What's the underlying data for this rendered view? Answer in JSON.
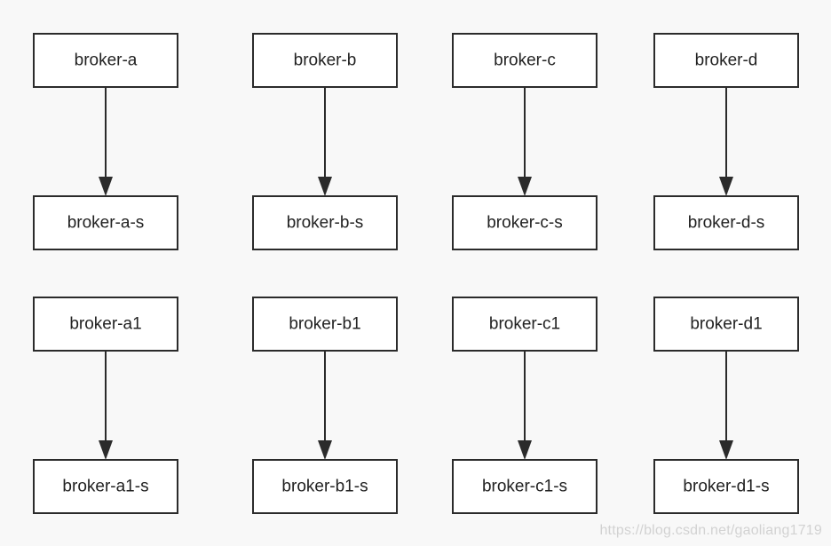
{
  "diagram": {
    "groups": [
      {
        "column": "a",
        "pairs": [
          {
            "source": "broker-a",
            "target": "broker-a-s"
          },
          {
            "source": "broker-a1",
            "target": "broker-a1-s"
          }
        ]
      },
      {
        "column": "b",
        "pairs": [
          {
            "source": "broker-b",
            "target": "broker-b-s"
          },
          {
            "source": "broker-b1",
            "target": "broker-b1-s"
          }
        ]
      },
      {
        "column": "c",
        "pairs": [
          {
            "source": "broker-c",
            "target": "broker-c-s"
          },
          {
            "source": "broker-c1",
            "target": "broker-c1-s"
          }
        ]
      },
      {
        "column": "d",
        "pairs": [
          {
            "source": "broker-d",
            "target": "broker-d-s"
          },
          {
            "source": "broker-d1",
            "target": "broker-d1-s"
          }
        ]
      }
    ]
  },
  "watermark": "https://blog.csdn.net/gaoliang1719"
}
